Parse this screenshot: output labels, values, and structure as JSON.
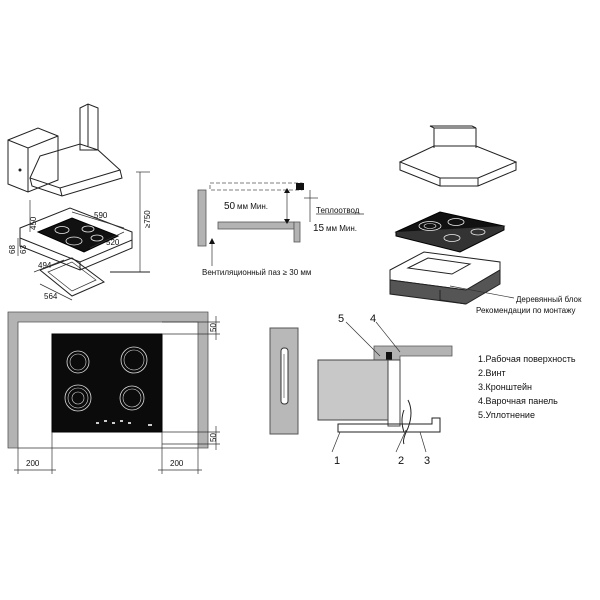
{
  "hood_install": {
    "dim_450": "450",
    "dim_590": "590",
    "dim_750": "≥750",
    "dim_520": "520",
    "dim_68": "68",
    "dim_63": "63",
    "dim_494": "494",
    "dim_564": "564"
  },
  "ventilation": {
    "gap_50": "50",
    "gap_50_unit": "мм Мин.",
    "gap_15": "15",
    "gap_15_unit": "мм Мин.",
    "heat_sink": "Теплоотвод",
    "vent_slot": "Вентиляционный паз ≥ 30 мм"
  },
  "wood_block": {
    "line1": "Деревянный блок",
    "line2": "Рекомендации по монтажу"
  },
  "countertop": {
    "dim_top": "50",
    "dim_bottom": "50",
    "dim_left": "200",
    "dim_right": "200"
  },
  "section": {
    "callout_1": "1",
    "callout_2": "2",
    "callout_3": "3",
    "callout_4": "4",
    "callout_5": "5"
  },
  "legend": [
    "1.Рабочая поверхность",
    "2.Винт",
    "3.Кронштейн",
    "4.Варочная панель",
    "5.Уплотнение"
  ]
}
